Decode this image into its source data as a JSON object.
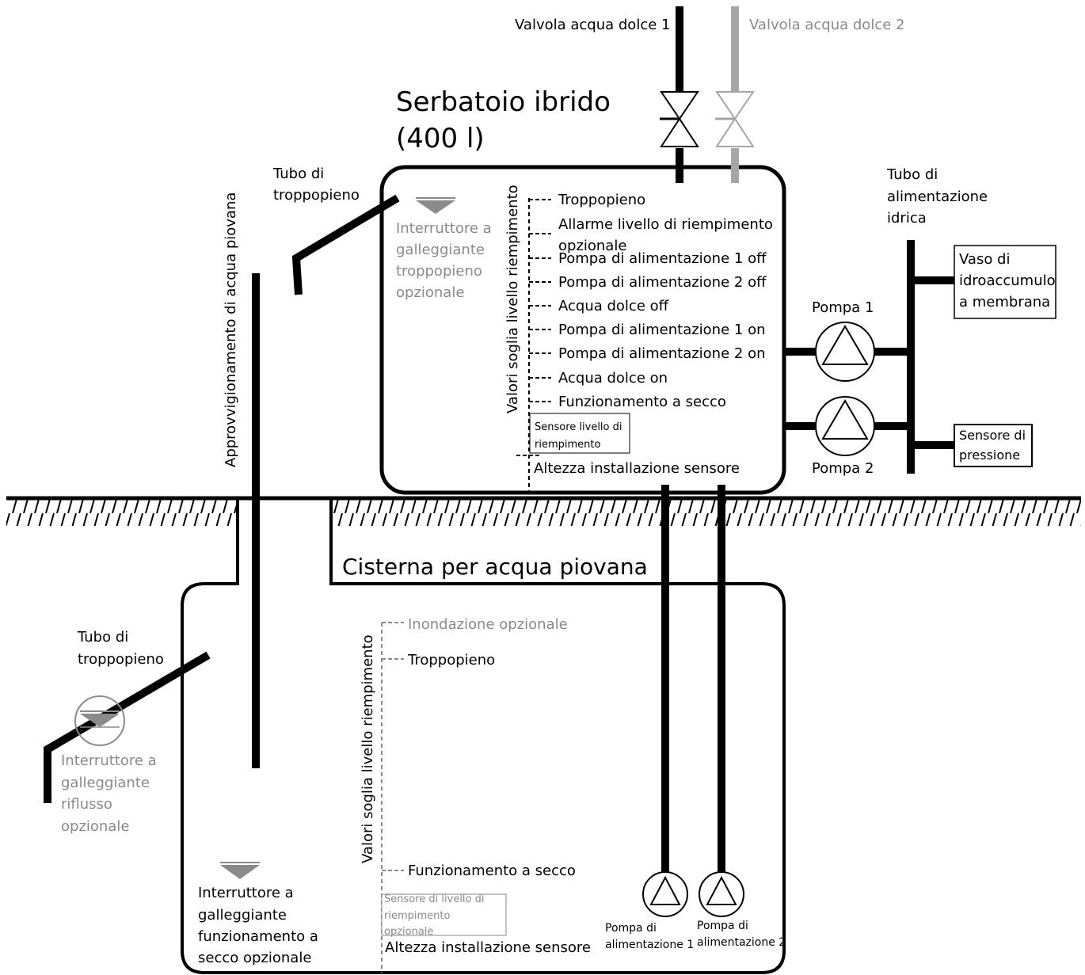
{
  "valves": {
    "valve_1": "Valvola acqua dolce 1",
    "valve_2": "Valvola acqua dolce 2"
  },
  "hybrid_tank": {
    "title_line1": "Serbatoio ibrido",
    "title_line2": "(400 l)",
    "overflow_pipe": [
      "Tubo di",
      "troppopieno"
    ],
    "float_switch": [
      "Interruttore a",
      "galleggiante",
      "troppopieno",
      "opzionale"
    ],
    "thresholds_title": "Valori soglia livello riempimento",
    "thresholds": [
      "Troppopieno",
      "Allarme livello di riempimento",
      "opzionale",
      "Pompa di alimentazione 1 off",
      "Pompa di alimentazione 2 off",
      "Acqua dolce off",
      "Pompa di alimentazione 1 on",
      "Pompa di alimentazione 2 on",
      "Acqua dolce on",
      "Funzionamento a secco"
    ],
    "sensor_box": [
      "Sensore livello di",
      "riempimento"
    ],
    "sensor_height": "Altezza installazione sensore"
  },
  "supply": {
    "pipe_label": [
      "Tubo di",
      "alimentazione",
      "idrica"
    ],
    "membrane_vessel": [
      "Vaso di",
      "idroaccumulo",
      "a membrana"
    ],
    "pressure_sensor": [
      "Sensore di",
      "pressione"
    ],
    "pump_1": "Pompa 1",
    "pump_2": "Pompa 2"
  },
  "rainwater_supply": "Approvvigionamento di acqua piovana",
  "cistern": {
    "title": "Cisterna per acqua piovana",
    "overflow_pipe": [
      "Tubo di",
      "troppopieno"
    ],
    "backflow_switch": [
      "Interruttore a",
      "galleggiante",
      "riflusso",
      "opzionale"
    ],
    "dry_run_switch": [
      "Interruttore a",
      "galleggiante",
      "funzionamento a",
      "secco opzionale"
    ],
    "thresholds_title": "Valori soglia livello riempimento",
    "thresholds": [
      "Inondazione opzionale",
      "Troppopieno",
      "Funzionamento a secco"
    ],
    "sensor_box": [
      "Sensore di livello di",
      "riempimento",
      "opzionale"
    ],
    "sensor_height": "Altezza installazione sensore",
    "feed_pump_1": [
      "Pompa di",
      "alimentazione 1"
    ],
    "feed_pump_2": [
      "Pompa di",
      "alimentazione 2"
    ]
  },
  "colors": {
    "line": "#000000",
    "optional": "#8a8a8a",
    "light_pipe": "#a6a6a6"
  }
}
